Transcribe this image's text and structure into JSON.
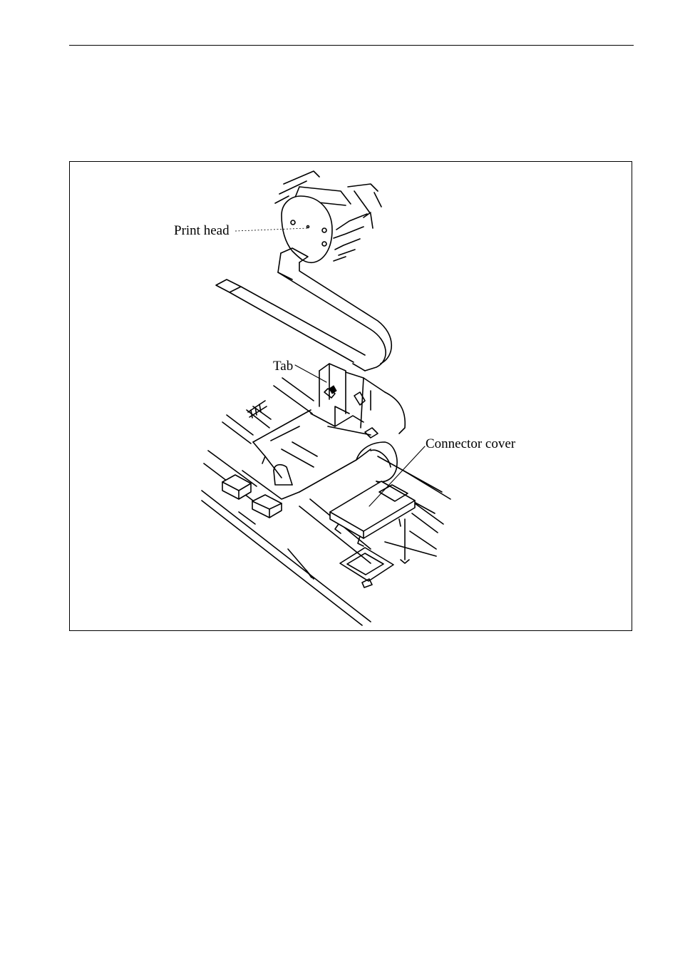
{
  "figure": {
    "callouts": {
      "print_head": "Print head",
      "tab": "Tab",
      "connector_cover": "Connector cover"
    }
  },
  "colors": {
    "ink": "#000000",
    "paper": "#ffffff"
  }
}
